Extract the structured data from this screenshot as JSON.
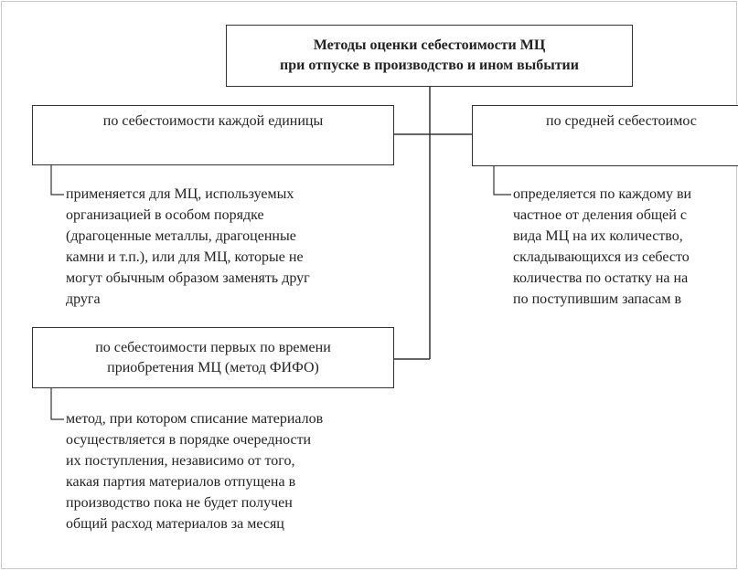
{
  "title": {
    "line1": "Методы оценки себестоимости МЦ",
    "line2": "при отпуске в производство и ином выбытии"
  },
  "methods": [
    {
      "label": "по себестоимости каждой единицы",
      "description": "применяется для МЦ, используемых\nорганизацией в особом порядке\n(драгоценные металлы, драгоценные\nкамни и т.п.), или для МЦ, которые не\nмогут обычным образом заменять друг\nдруга"
    },
    {
      "label": "по средней себестоимос",
      "description": "определяется по каждому ви\nчастное от деления общей с\nвида МЦ на их количество,\nскладывающихся из себесто\nколичества по остатку на на\nпо поступившим запасам в"
    },
    {
      "label": "по себестоимости первых по времени\nприобретения МЦ (метод ФИФО)",
      "description": "метод, при котором списание материалов\nосуществляется в порядке очередности\nих поступления, независимо от того,\nкакая партия материалов отпущена в\nпроизводство пока не будет получен\nобщий расход материалов за месяц"
    }
  ],
  "colors": {
    "line": "#333333",
    "frame": "#c9c9c9"
  }
}
